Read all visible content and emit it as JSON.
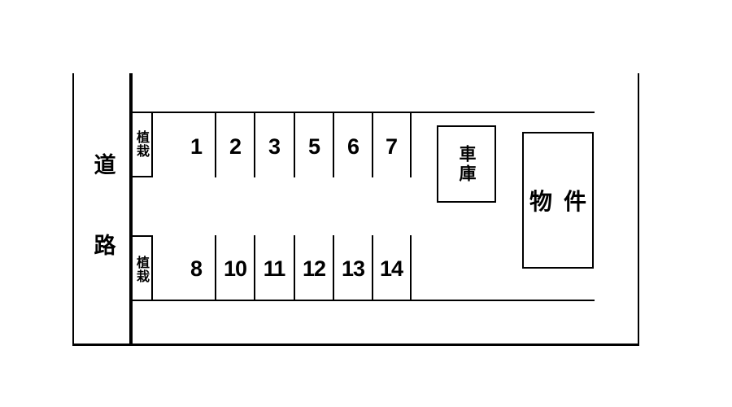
{
  "diagram": {
    "background_color": "#ffffff",
    "line_color": "#000000",
    "description_labels": {
      "road": "道路",
      "planting": "植栽",
      "garage": "車庫",
      "property": "物件"
    }
  },
  "road": {
    "top_char": "道",
    "bottom_char": "路"
  },
  "planting_top": {
    "label": "植栽"
  },
  "planting_bottom": {
    "label": "植栽"
  },
  "garage": {
    "label": "車庫"
  },
  "property": {
    "label": "物件"
  },
  "parking": {
    "top_row": {
      "stalls": [
        "1",
        "2",
        "3",
        "5",
        "6",
        "7"
      ]
    },
    "bottom_row": {
      "stalls": [
        "8",
        "10",
        "11",
        "12",
        "13",
        "14"
      ]
    }
  }
}
